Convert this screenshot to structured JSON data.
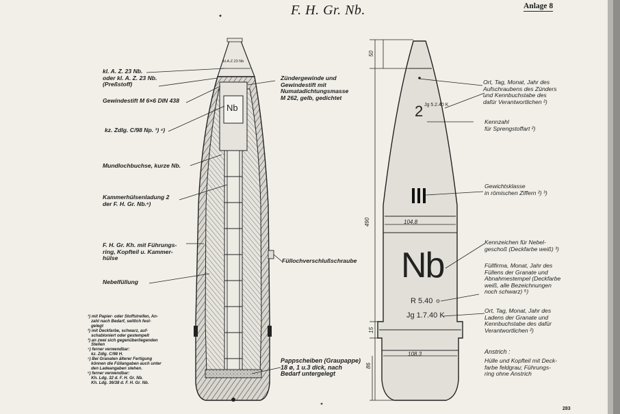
{
  "header": {
    "title": "F. H. Gr. Nb.",
    "anlage": "Anlage 8",
    "page_number": "283"
  },
  "left_labels": {
    "kl_az": "kl. A. Z. 23 Nb.\noder kl. A. Z. 23 Nb.\n(Preßstoff)",
    "gewindestift": "Gewindestift M 6×6 DIN 438",
    "kz_zdlg": "kz. Zdlg. C/98 Np. ¹) ⁴)",
    "mundloch": "Mundlochbuchse, kurze Nb.",
    "kammer": "Kammerhülsenladung 2\nder F. H. Gr. Nb.⁶)",
    "fhgr": "F. H. Gr. Kh. mit Führungs-\nring, Kopfteil u. Kammer-\nhülse",
    "nebel": "Nebelfüllung",
    "zunder": "Zündergewinde und\nGewindestift mit\nNumatadichtungsmasse\nM 262, gelb, gedichtet",
    "fullloch": "Füllochverschlußschraube",
    "pappscheiben": "Pappscheiben (Graupappe)\n18 ø, 1 u.3 dick, nach\nBedarf untergelegt"
  },
  "footnotes": "¹) mit Papier- oder Stoffstreifen, An-\n   zahl nach Bedarf, seitlich fest-\n   gelegt\n²) mit Deckfarbe, schwarz, auf-\n   schabloniert oder gestempelt\n³) an zwei sich gegenüberliegenden\n   Stellen\n⁴) ferner verwendbar:\n   kz. Zdlg. C/98 H.\n⁵) Bei Granaten älterer Fertigung\n   können die Füllangaben auch unter\n   den Ladeangaben stehen.\n⁶) ferner verwendbar:\n   Kh. Ldg. 32 d. F. H. Gr. Nb.\n   Kh. Ldg. 36/38 d. F. H. Gr. Nb.",
  "shell_markings": {
    "fuze_text": "kl.A.Z.23 Nb",
    "inner_nb": "Nb",
    "two": "2",
    "jg_top": "Jg 5.2.40 K",
    "roman": "III",
    "nb_big": "Nb",
    "r_date": "R 5.40",
    "jg_bottom": "Jg 1.7.40 K"
  },
  "dimensions": {
    "d50": "50",
    "d490": "490",
    "d15": "15",
    "d86": "86",
    "d1048": "104,8",
    "d1083": "108,3"
  },
  "right_labels": {
    "ort_tag": "Ort, Tag, Monat, Jahr des\nAufschraubens des Zünders\nund Kennbuchstabe des\ndafür Verantwortlichen ²)",
    "kennzahl": "Kennzahl\nfür Sprengstoffart ²)",
    "gewicht": "Gewichtsklasse\nin römischen Ziffern ²) ³)",
    "kennzeichen": "Kennzeichen für Nebel-\ngeschoß (Deckfarbe weiß) ³)",
    "fullfirma": "Füllfirma, Monat, Jahr des\nFüllens der Granate und\nAbnahmestempel (Deckfarbe\nweiß, alle Bezeichnungen\nnoch schwarz) ⁵)",
    "ladens": "Ort, Tag, Monat, Jahr des\nLadens der Granate und\nKennbuchstabe des dafür\nVerantwortlichen ²)",
    "anstrich_title": "Anstrich :",
    "anstrich_text": "Hülle und Kopfteil mit Deck-\nfarbe feldgrau; Führungs-\nring ohne Anstrich"
  }
}
